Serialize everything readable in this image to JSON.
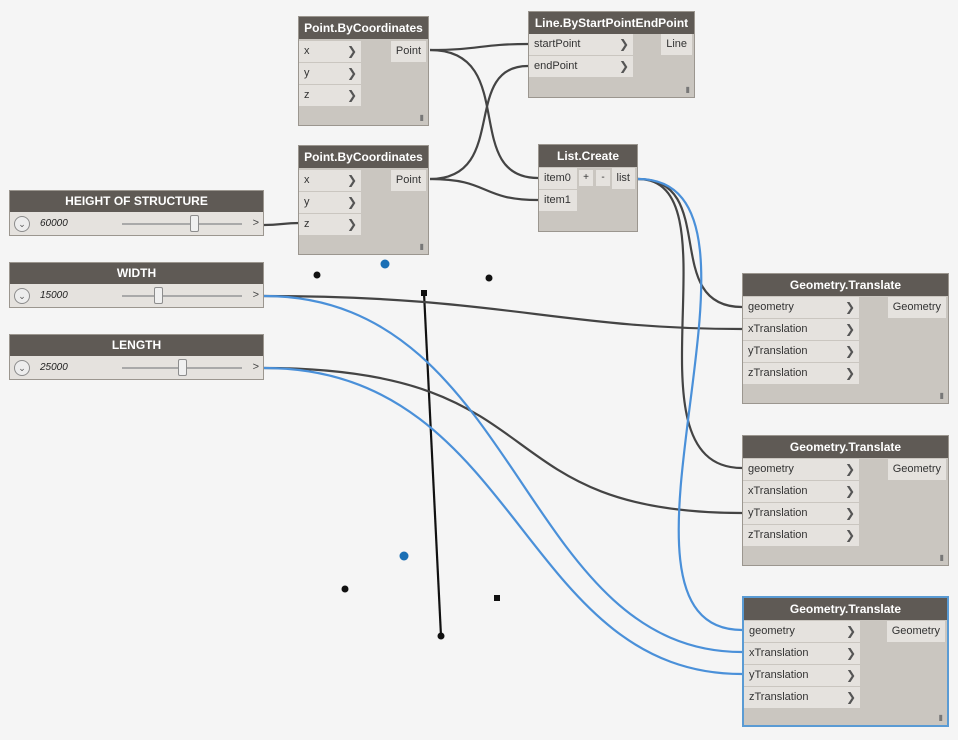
{
  "colors": {
    "wire_dark": "#444444",
    "wire_selected": "#4a90d9",
    "node_header": "#5f5a55",
    "node_body": "#cac6c0",
    "port_bg": "#e5e2de"
  },
  "nodes": {
    "pbc1": {
      "title": "Point.ByCoordinates",
      "inputs": [
        "x",
        "y",
        "z"
      ],
      "output": "Point"
    },
    "pbc2": {
      "title": "Point.ByCoordinates",
      "inputs": [
        "x",
        "y",
        "z"
      ],
      "output": "Point"
    },
    "line": {
      "title": "Line.ByStartPointEndPoint",
      "inputs": [
        "startPoint",
        "endPoint"
      ],
      "output": "Line"
    },
    "list": {
      "title": "List.Create",
      "inputs": [
        "item0",
        "item1"
      ],
      "output": "list",
      "add_label": "+",
      "remove_label": "-"
    },
    "gt1": {
      "title": "Geometry.Translate",
      "inputs": [
        "geometry",
        "xTranslation",
        "yTranslation",
        "zTranslation"
      ],
      "output": "Geometry"
    },
    "gt2": {
      "title": "Geometry.Translate",
      "inputs": [
        "geometry",
        "xTranslation",
        "yTranslation",
        "zTranslation"
      ],
      "output": "Geometry"
    },
    "gt3": {
      "title": "Geometry.Translate",
      "inputs": [
        "geometry",
        "xTranslation",
        "yTranslation",
        "zTranslation"
      ],
      "output": "Geometry"
    }
  },
  "sliders": {
    "height": {
      "title": "HEIGHT OF STRUCTURE",
      "value": "60000",
      "position": 0.6,
      "output": ">"
    },
    "width": {
      "title": "WIDTH",
      "value": "15000",
      "position": 0.3,
      "output": ">"
    },
    "length": {
      "title": "LENGTH",
      "value": "25000",
      "position": 0.5,
      "output": ">"
    }
  }
}
